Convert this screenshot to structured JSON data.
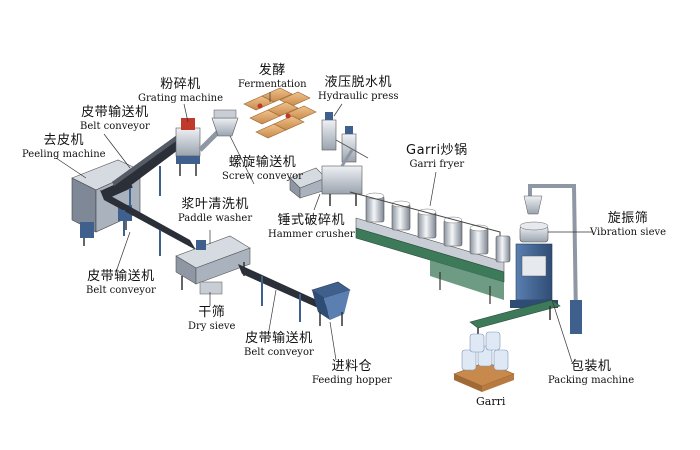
{
  "labels": {
    "peeling_machine": {
      "zh": "去皮机",
      "en": "Peeling machine"
    },
    "belt_conveyor_1": {
      "zh": "皮带输送机",
      "en": "Belt conveyor"
    },
    "grating_machine": {
      "zh": "粉碎机",
      "en": "Grating machine"
    },
    "fermentation": {
      "zh": "发酵",
      "en": "Fermentation"
    },
    "hydraulic_press": {
      "zh": "液压脱水机",
      "en": "Hydraulic press"
    },
    "screw_conveyor": {
      "zh": "螺旋输送机",
      "en": "Screw conveyor"
    },
    "garri_fryer": {
      "zh": "Garri炒锅",
      "en": "Garri fryer"
    },
    "paddle_washer": {
      "zh": "浆叶清洗机",
      "en": "Paddle washer"
    },
    "hammer_crusher": {
      "zh": "锤式破碎机",
      "en": "Hammer crusher"
    },
    "vibration_sieve": {
      "zh": "旋振筛",
      "en": "Vibration sieve"
    },
    "belt_conveyor_2": {
      "zh": "皮带输送机",
      "en": "Belt conveyor"
    },
    "dry_sieve": {
      "zh": "干筛",
      "en": "Dry sieve"
    },
    "belt_conveyor_3": {
      "zh": "皮带输送机",
      "en": "Belt conveyor"
    },
    "packing_machine": {
      "zh": "包装机",
      "en": "Packing machine"
    },
    "feeding_hopper": {
      "zh": "进料仓",
      "en": "Feeding hopper"
    },
    "garri": {
      "en": "Garri"
    }
  },
  "colors": {
    "steel_blue": "#3f5f8c",
    "belt_dark": "#2a2f38",
    "metal_light": "#c9ced6",
    "metal_mid": "#8e97a3",
    "wood": "#e2a96a",
    "accent_red": "#c0392b",
    "tray_green": "#3d7a5a"
  }
}
